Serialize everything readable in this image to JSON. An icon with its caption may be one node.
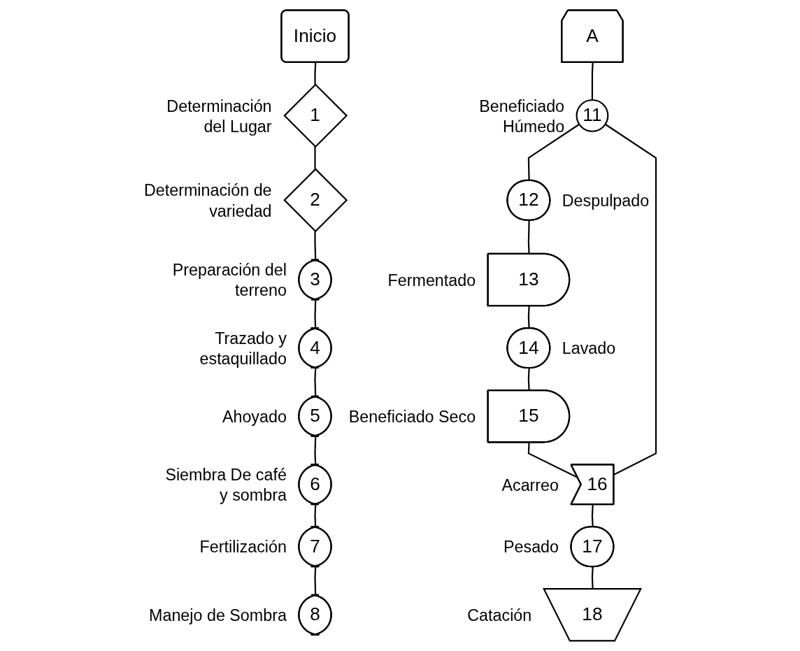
{
  "diagram": {
    "nodes": [
      {
        "text": [
          "Inicio"
        ]
      },
      {
        "text": [
          "1"
        ],
        "beside": [
          "Determinación del Lugar"
        ]
      },
      {
        "text": [
          "2"
        ],
        "beside": [
          "Determinación de variedad"
        ]
      },
      {
        "text": [
          "3"
        ],
        "beside": [
          "Preparación del terreno"
        ]
      },
      {
        "text": [
          "4"
        ],
        "beside": [
          "Trazado y estaquillado"
        ]
      },
      {
        "text": [
          "5"
        ],
        "beside": [
          "Ahoyado"
        ]
      },
      {
        "text": [
          "6"
        ],
        "beside": [
          "Siembra De café y sombra"
        ]
      },
      {
        "text": [
          "7"
        ],
        "beside": [
          "Fertilización"
        ]
      },
      {
        "text": [
          "8"
        ],
        "beside": [
          "Manejo de Sombra"
        ]
      },
      {
        "text": [
          "A"
        ]
      },
      {
        "text": [
          "11"
        ],
        "beside": [
          "Beneficiado Húmedo"
        ]
      },
      {
        "text": [
          "12"
        ],
        "beside": [
          "Despulpado"
        ]
      },
      {
        "text": [
          "13"
        ],
        "beside": [
          "Fermentado"
        ]
      },
      {
        "text": [
          "14"
        ],
        "beside": [
          "Lavado"
        ]
      },
      {
        "text": [
          "15"
        ],
        "beside": [
          "Beneficiado Seco"
        ]
      },
      {
        "text": [
          "16"
        ],
        "beside": [
          "Acarreo"
        ]
      },
      {
        "text": [
          "17"
        ],
        "beside": [
          "Pesado"
        ]
      },
      {
        "text": [
          "18"
        ],
        "beside": [
          "Catación"
        ]
      }
    ],
    "edges": [
      {
        "from": 0,
        "to": 1,
        "arrow": "none"
      },
      {
        "from": 1,
        "to": 2,
        "arrow": "none"
      },
      {
        "from": 2,
        "to": 3,
        "arrow": "none"
      },
      {
        "from": 3,
        "to": 4,
        "arrow": "none"
      },
      {
        "from": 4,
        "to": 5,
        "arrow": "none"
      },
      {
        "from": 5,
        "to": 6,
        "arrow": "none"
      },
      {
        "from": 6,
        "to": 7,
        "arrow": "none"
      },
      {
        "from": 7,
        "to": 8,
        "arrow": "none"
      },
      {
        "from": 9,
        "to": 10,
        "arrow": "none"
      },
      {
        "from": 10,
        "to": 11,
        "arrow": "none"
      },
      {
        "from": 11,
        "to": 12,
        "arrow": "none"
      },
      {
        "from": 12,
        "to": 13,
        "arrow": "none"
      },
      {
        "from": 13,
        "to": 14,
        "arrow": "none"
      },
      {
        "from": 14,
        "to": 15,
        "arrow": "none"
      },
      {
        "from": 10,
        "to": 15,
        "arrow": "none"
      },
      {
        "from": 15,
        "to": 16,
        "arrow": "none"
      },
      {
        "from": 16,
        "to": 17,
        "arrow": "none"
      }
    ]
  }
}
